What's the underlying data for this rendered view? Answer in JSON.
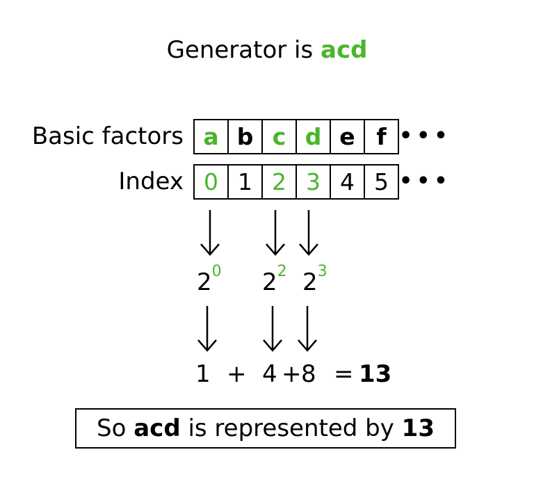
{
  "title": {
    "prefix": "Generator is ",
    "generator": "acd"
  },
  "labels": {
    "factors": "Basic factors",
    "index": "Index",
    "ellipsis": "•••"
  },
  "factors": [
    {
      "text": "a",
      "highlight": true
    },
    {
      "text": "b",
      "highlight": false
    },
    {
      "text": "c",
      "highlight": true
    },
    {
      "text": "d",
      "highlight": true
    },
    {
      "text": "e",
      "highlight": false
    },
    {
      "text": "f",
      "highlight": false
    }
  ],
  "indices": [
    {
      "text": "0",
      "highlight": true
    },
    {
      "text": "1",
      "highlight": false
    },
    {
      "text": "2",
      "highlight": true
    },
    {
      "text": "3",
      "highlight": true
    },
    {
      "text": "4",
      "highlight": false
    },
    {
      "text": "5",
      "highlight": false
    }
  ],
  "powers": [
    {
      "base": "2",
      "exp": "0"
    },
    {
      "base": "2",
      "exp": "2"
    },
    {
      "base": "2",
      "exp": "3"
    }
  ],
  "sum": {
    "terms": [
      "1",
      "4",
      "8"
    ],
    "plus": "+",
    "equals": "=",
    "total": "13"
  },
  "result": {
    "prefix": "So ",
    "generator": "acd",
    "middle": " is represented by ",
    "value": "13"
  },
  "colors": {
    "highlight": "#4ab52c",
    "text": "#000000"
  }
}
